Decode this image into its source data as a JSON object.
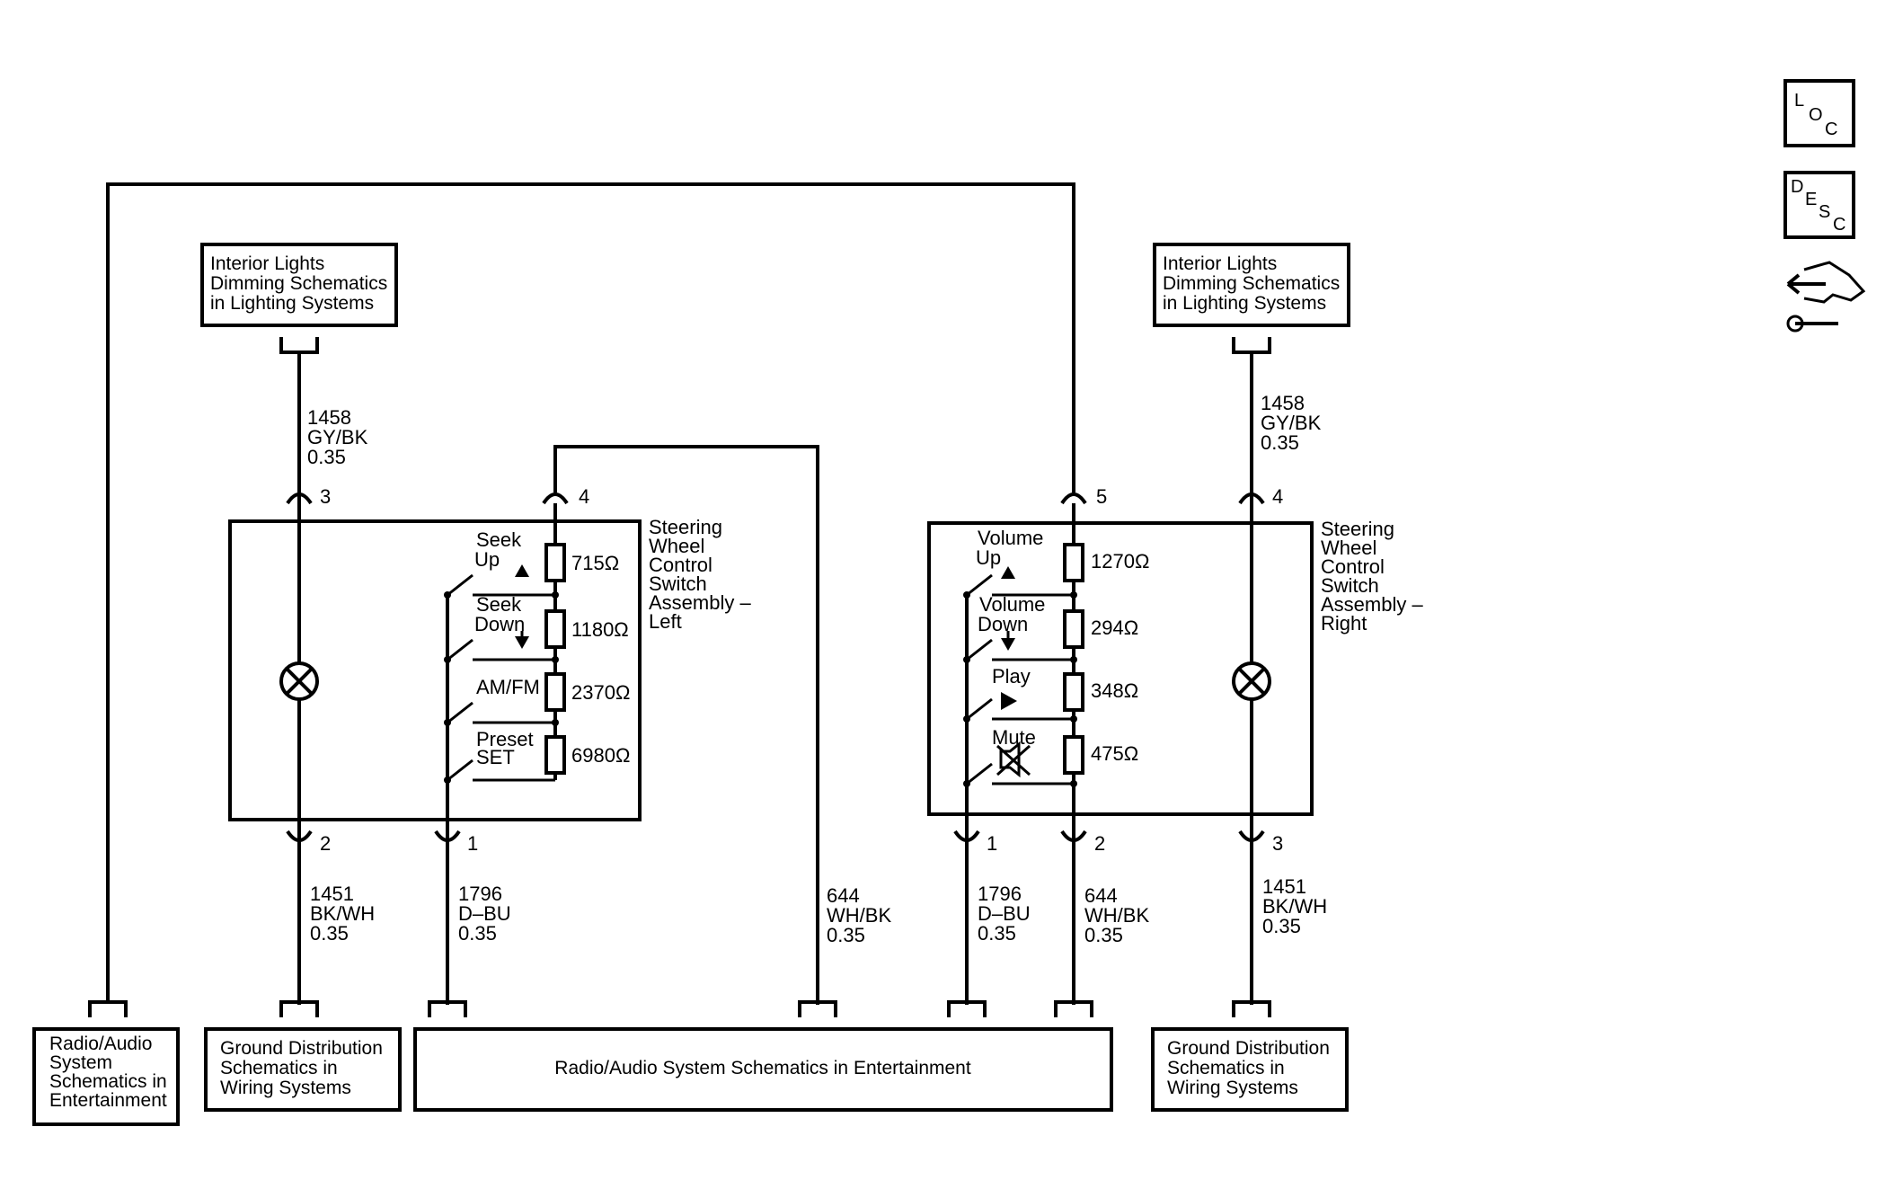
{
  "side_icons": {
    "loc": {
      "l1": "L",
      "l2": "O",
      "l3": "C"
    },
    "desc": {
      "l1": "D",
      "l2": "E",
      "l3": "S",
      "l4": "C"
    }
  },
  "refs": {
    "interior_left": [
      "Interior Lights",
      "Dimming Schematics",
      "in Lighting Systems"
    ],
    "interior_right": [
      "Interior Lights",
      "Dimming Schematics",
      "in Lighting Systems"
    ],
    "radio_left": [
      "Radio/Audio",
      "System",
      "Schematics in",
      "Entertainment"
    ],
    "ground_left": [
      "Ground Distribution",
      "Schematics in",
      "Wiring Systems"
    ],
    "radio_main": "Radio/Audio System Schematics in Entertainment",
    "ground_right": [
      "Ground Distribution",
      "Schematics in",
      "Wiring Systems"
    ]
  },
  "left_switch": {
    "title": [
      "Steering",
      "Wheel",
      "Control",
      "Switch",
      "Assembly –",
      "Left"
    ],
    "pins": {
      "top_lamp": "3",
      "top_res": "4",
      "bot_lamp": "2",
      "bot_sw": "1"
    },
    "buttons": [
      {
        "label": [
          "Seek",
          "Up"
        ],
        "resistance": "715Ω"
      },
      {
        "label": [
          "Seek",
          "Down"
        ],
        "resistance": "1180Ω"
      },
      {
        "label": [
          "AM/FM"
        ],
        "resistance": "2370Ω"
      },
      {
        "label": [
          "Preset",
          "SET"
        ],
        "resistance": "6980Ω"
      }
    ]
  },
  "right_switch": {
    "title": [
      "Steering",
      "Wheel",
      "Control",
      "Switch",
      "Assembly –",
      "Right"
    ],
    "pins": {
      "top_res": "5",
      "top_lamp": "4",
      "bot_sw": "1",
      "bot_res": "2",
      "bot_lamp": "3"
    },
    "buttons": [
      {
        "label": [
          "Volume",
          "Up"
        ],
        "resistance": "1270Ω"
      },
      {
        "label": [
          "Volume",
          "Down"
        ],
        "resistance": "294Ω"
      },
      {
        "label": [
          "Play"
        ],
        "resistance": "348Ω"
      },
      {
        "label": [
          "Mute"
        ],
        "resistance": "475Ω"
      }
    ]
  },
  "wires": {
    "w1458_left": [
      "1458",
      "GY/BK",
      "0.35"
    ],
    "w1458_right": [
      "1458",
      "GY/BK",
      "0.35"
    ],
    "w1451_left": [
      "1451",
      "BK/WH",
      "0.35"
    ],
    "w1796_left": [
      "1796",
      "D–BU",
      "0.35"
    ],
    "w644_left": [
      "644",
      "WH/BK",
      "0.35"
    ],
    "w1796_right": [
      "1796",
      "D–BU",
      "0.35"
    ],
    "w644_right": [
      "644",
      "WH/BK",
      "0.35"
    ],
    "w1451_right": [
      "1451",
      "BK/WH",
      "0.35"
    ]
  }
}
